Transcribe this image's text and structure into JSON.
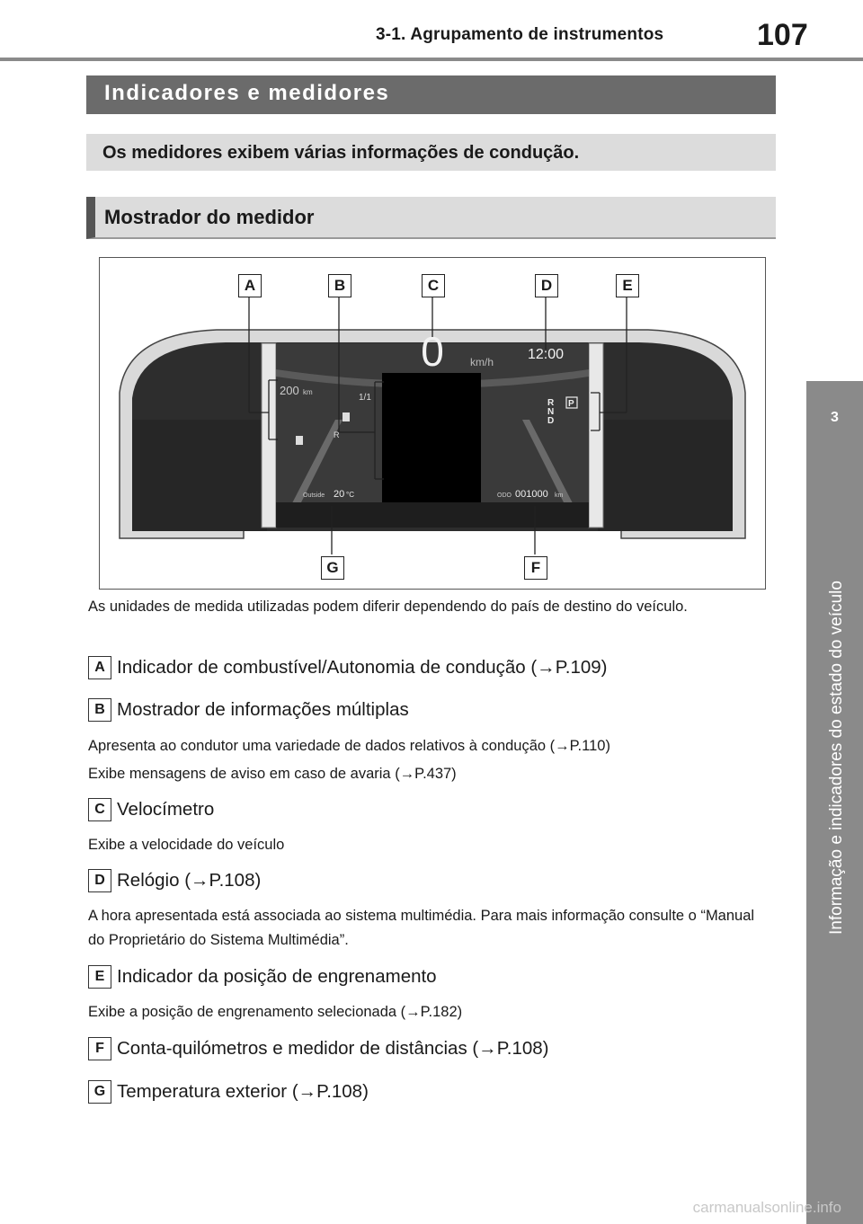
{
  "header": {
    "section": "3-1. Agrupamento de instrumentos",
    "page": "107"
  },
  "side_tab": {
    "number": "3",
    "text": "Informação e indicadores do estado do veículo"
  },
  "title_main": "Indicadores e medidores",
  "subtitle": "Os medidores exibem várias informações de condução.",
  "section_title": "Mostrador do medidor",
  "figure": {
    "callouts": [
      "A",
      "B",
      "C",
      "D",
      "E",
      "F",
      "G"
    ],
    "speed": "0",
    "speed_unit": "km/h",
    "clock": "12:00",
    "range": "200",
    "range_unit": "km",
    "fuel_fraction": "1/1",
    "fuel_empty": "R",
    "gears": [
      "R",
      "N",
      "D"
    ],
    "park": "P",
    "outside_label": "Outside",
    "outside_temp": "20",
    "temp_unit": "°C",
    "odo_label": "ODO",
    "odo_value": "001000",
    "odo_unit": "km"
  },
  "note": "As unidades de medida utilizadas podem diferir dependendo do país de destino do veículo.",
  "items": [
    {
      "label": "A",
      "text": "Indicador de combustível/Autonomia de condução (→P.109)",
      "desc": []
    },
    {
      "label": "B",
      "text": "Mostrador de informações múltiplas",
      "desc": [
        "Apresenta ao condutor uma variedade de dados relativos à condução (→P.110)",
        "Exibe mensagens de aviso em caso de avaria (→P.437)"
      ]
    },
    {
      "label": "C",
      "text": "Velocímetro",
      "desc": [
        "Exibe a velocidade do veículo"
      ]
    },
    {
      "label": "D",
      "text": "Relógio (→P.108)",
      "desc": [
        "A hora apresentada está associada ao sistema multimédia. Para mais informação consulte o “Manual do Proprietário do Sistema Multimédia”."
      ]
    },
    {
      "label": "E",
      "text": "Indicador da posição de engrenamento",
      "desc": [
        "Exibe a posição de engrenamento selecionada (→P.182)"
      ]
    },
    {
      "label": "F",
      "text": "Conta-quilómetros e medidor de distâncias (→P.108)",
      "desc": []
    },
    {
      "label": "G",
      "text": "Temperatura exterior (→P.108)",
      "desc": []
    }
  ],
  "watermark": "carmanualsonline.info",
  "colors": {
    "header_rule": "#8a8a8a",
    "title_bar": "#6b6b6b",
    "sub_bar": "#dcdcdc",
    "side_tab": "#8a8a8a"
  }
}
